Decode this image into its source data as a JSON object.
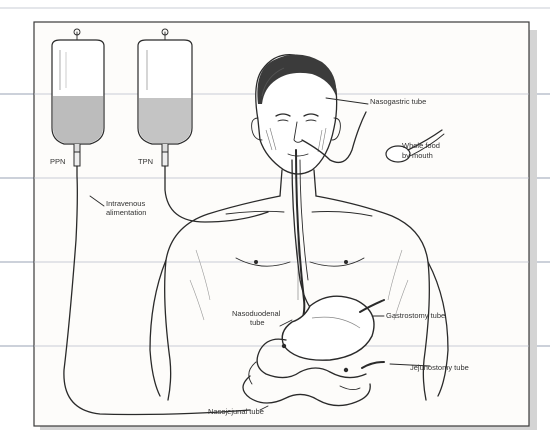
{
  "labels": {
    "bag_left": "PPN",
    "bag_right": "TPN",
    "intravenous_line1": "Intravenous",
    "intravenous_line2": "alimentation",
    "nasogastric": "Nasogastric tube",
    "whole_food_line1": "Whole food",
    "whole_food_line2": "by mouth",
    "nasoduodenal_line1": "Nasoduodenal",
    "nasoduodenal_line2": "tube",
    "gastrostomy": "Gastrostomy tube",
    "jejunostomy": "Jejunostomy tube",
    "nasojejunal": "Nasojejunal tube"
  },
  "colors": {
    "ink": "#2a2a2a",
    "frame": "#3a3a3a",
    "ruled_line": "#9aa3b5",
    "paper": "#fdfcfa",
    "shadow": "#cfcfcf",
    "fluid": "#b9b9b9"
  }
}
